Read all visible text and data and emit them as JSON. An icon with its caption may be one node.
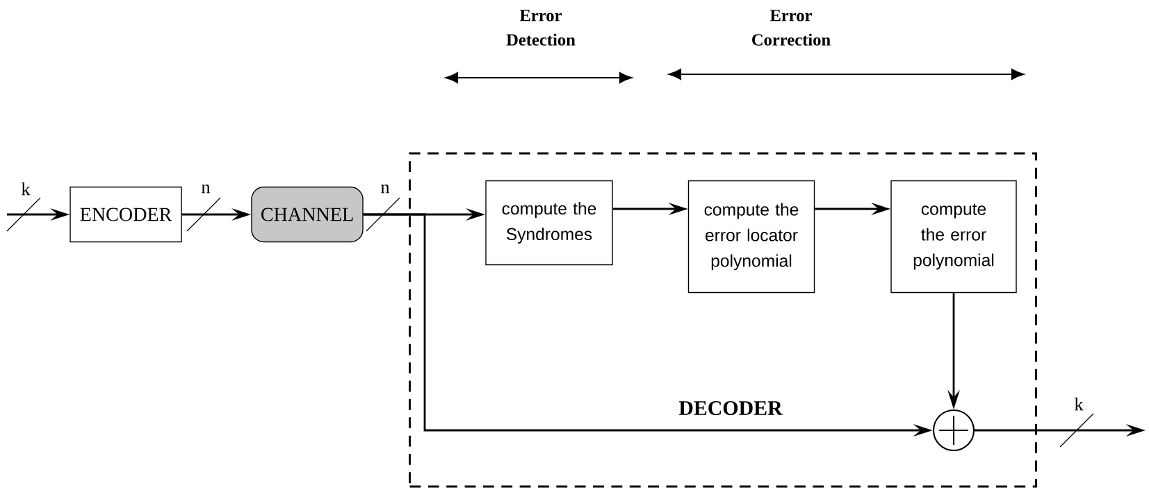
{
  "diagram": {
    "nodes": [
      {
        "text": [
          "DECODER"
        ]
      },
      {
        "text": [
          "ENCODER"
        ]
      },
      {
        "text": [
          "CHANNEL"
        ]
      },
      {
        "text": [
          "compute the Syndromes"
        ],
        "in": 0
      },
      {
        "text": [
          "compute the error locator polynomial"
        ],
        "in": 0
      },
      {
        "text": [
          "compute the error polynomial"
        ],
        "in": 0
      },
      {
        "text": [],
        "shape": "circle",
        "in": 0
      }
    ],
    "edges": [
      {
        "from": null,
        "to": 1,
        "arrow": "to",
        "label": "k"
      },
      {
        "from": 1,
        "to": 2,
        "arrow": "to",
        "label": "n"
      },
      {
        "from": 2,
        "to": 3,
        "arrow": "to",
        "label": "n"
      },
      {
        "from": 3,
        "to": 4,
        "arrow": "to"
      },
      {
        "from": 4,
        "to": 5,
        "arrow": "to"
      },
      {
        "from": 5,
        "to": 6,
        "arrow": "to"
      },
      {
        "from": 2,
        "to": 6,
        "arrow": "to"
      },
      {
        "from": 6,
        "to": null,
        "arrow": "to",
        "label": "k"
      }
    ],
    "labels": [
      "Error Detection",
      "Error Correction"
    ]
  }
}
